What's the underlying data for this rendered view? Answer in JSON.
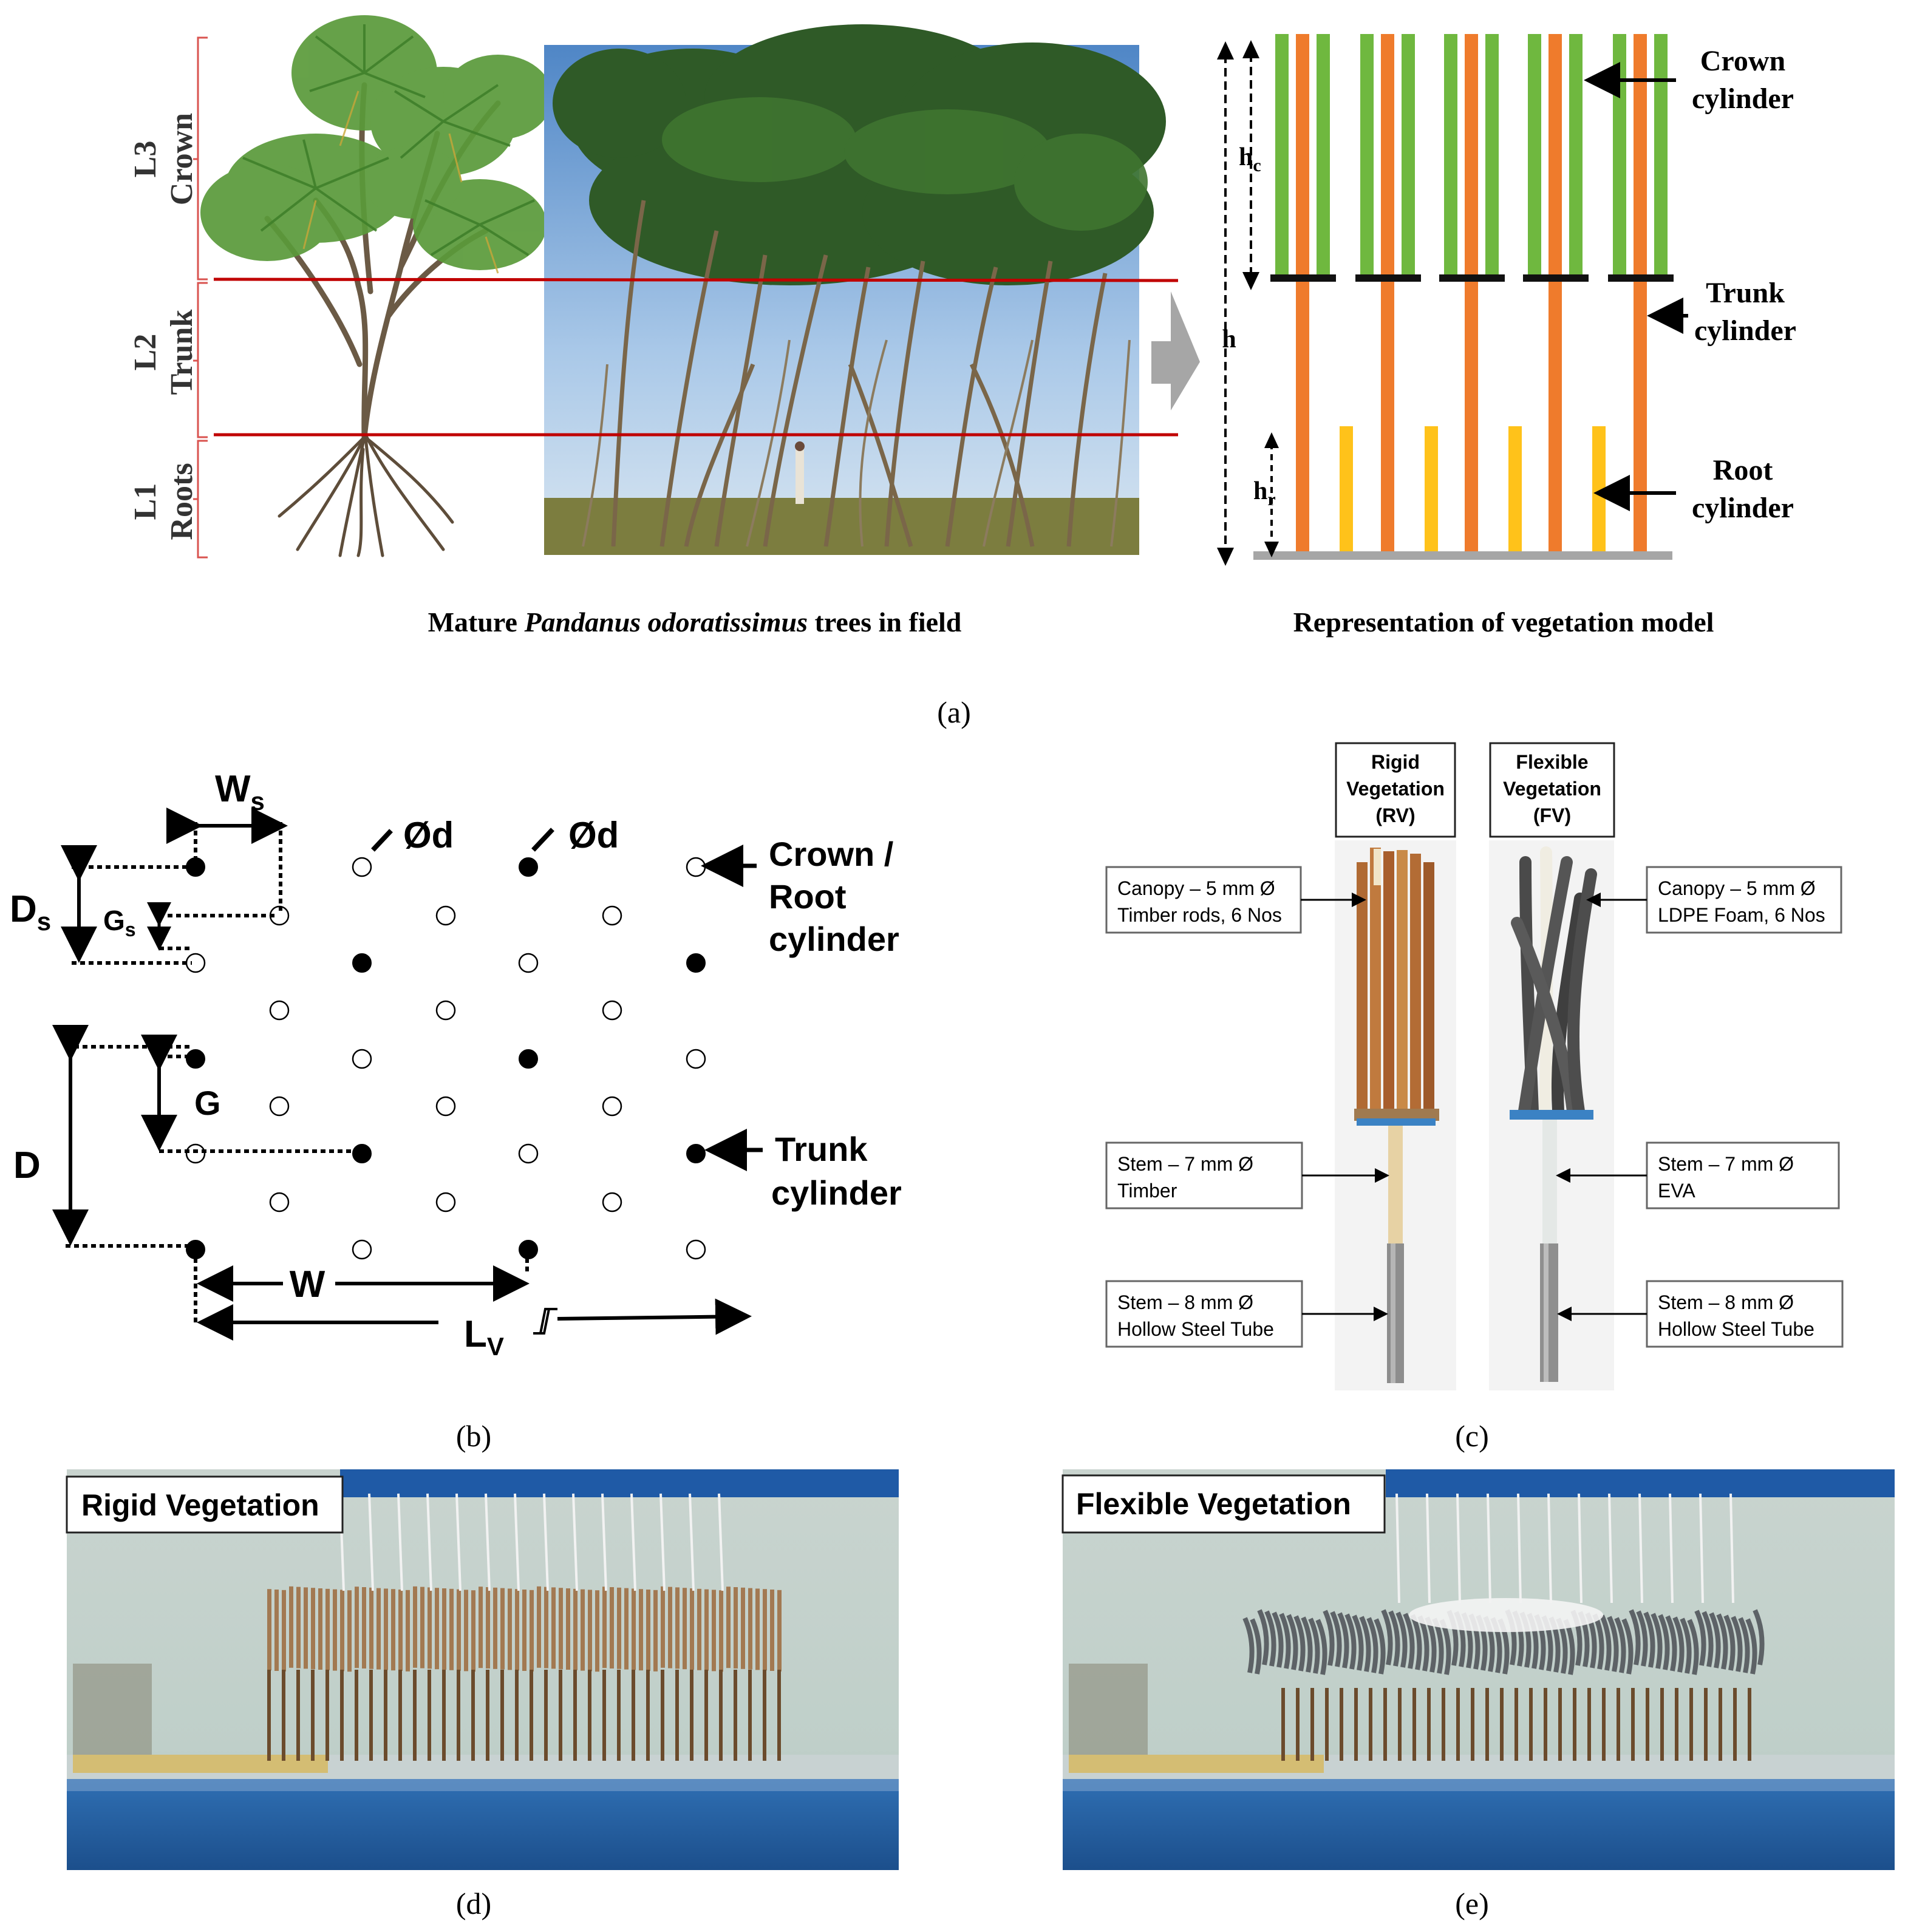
{
  "panel_a": {
    "layer_labels": [
      {
        "code": "L3",
        "name": "Crown"
      },
      {
        "code": "L2",
        "name": "Trunk"
      },
      {
        "code": "L1",
        "name": "Roots"
      }
    ],
    "caption_field_prefix": "Mature ",
    "caption_field_species": "Pandanus odoratissimus",
    "caption_field_suffix": " trees in field",
    "caption_model": "Representation of vegetation model",
    "callouts": {
      "crown": [
        "Crown",
        "cylinder"
      ],
      "trunk": [
        "Trunk",
        "cylinder"
      ],
      "root": [
        "Root",
        "cylinder"
      ]
    },
    "dims": {
      "hc_base": "h",
      "hc_sub": "c",
      "h": "h",
      "hr_base": "h",
      "hr_sub": "r"
    },
    "label": "(a)",
    "colors": {
      "crown": "#6fb83f",
      "trunk": "#ef7b2c",
      "root": "#ffc21a",
      "ground": "#a6a6a6",
      "layer_line": "#c00000",
      "bracket": "#d9534f"
    }
  },
  "panel_b": {
    "dims": {
      "ws_base": "W",
      "ws_sub": "s",
      "ds_base": "D",
      "ds_sub": "s",
      "gs_base": "G",
      "gs_sub": "s",
      "g": "G",
      "d": "D",
      "w": "W",
      "lv_base": "L",
      "lv_sub": "V",
      "phi_d": "Ød"
    },
    "legend_crown_root": [
      "Crown /",
      "Root",
      "cylinder"
    ],
    "legend_trunk": [
      "Trunk",
      "cylinder"
    ],
    "label": "(b)"
  },
  "panel_c": {
    "rigid_header": [
      "Rigid",
      "Vegetation",
      "(RV)"
    ],
    "flexible_header": [
      "Flexible",
      "Vegetation",
      "(FV)"
    ],
    "rigid_boxes": [
      [
        "Canopy – 5 mm Ø",
        "Timber rods, 6 Nos"
      ],
      [
        "Stem – 7 mm Ø",
        "Timber"
      ],
      [
        "Stem – 8 mm Ø",
        "Hollow Steel Tube"
      ]
    ],
    "flexible_boxes": [
      [
        "Canopy – 5 mm Ø",
        "LDPE Foam, 6 Nos"
      ],
      [
        "Stem – 7 mm Ø",
        "EVA"
      ],
      [
        "Stem – 8 mm Ø",
        "Hollow Steel Tube"
      ]
    ],
    "label": "(c)"
  },
  "panel_d": {
    "title": "Rigid Vegetation",
    "label": "(d)"
  },
  "panel_e": {
    "title": "Flexible Vegetation",
    "label": "(e)"
  }
}
